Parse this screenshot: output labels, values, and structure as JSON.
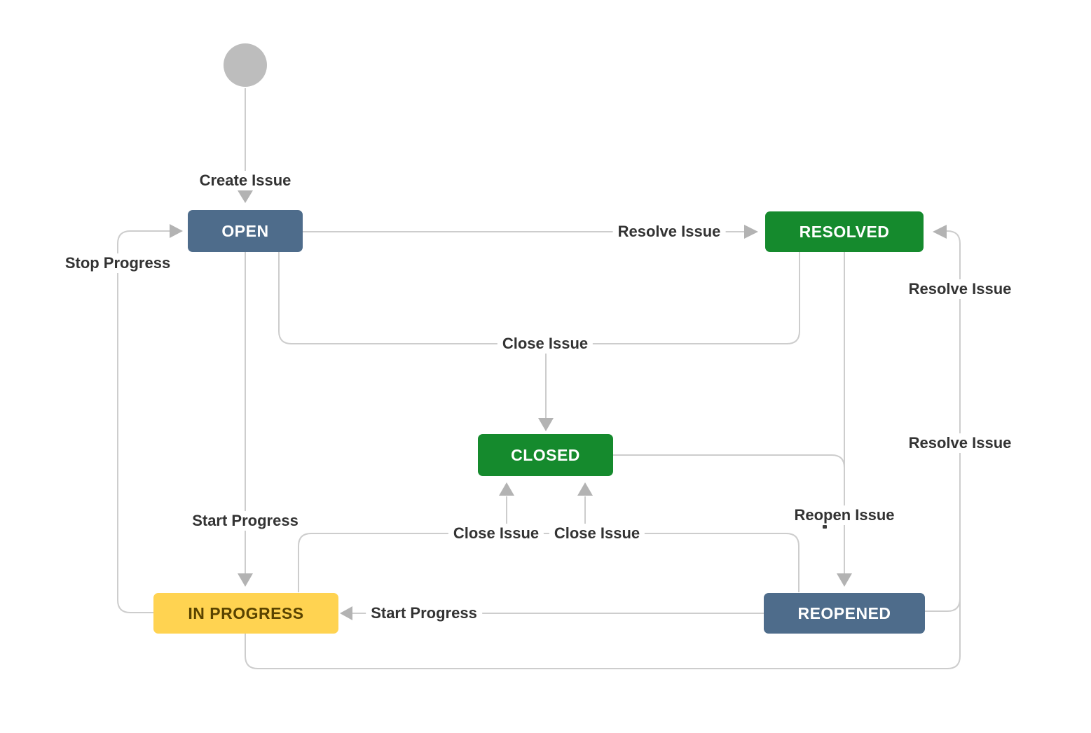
{
  "nodes": {
    "start": {
      "type": "start-circle",
      "color": "#bdbdbd"
    },
    "open": {
      "label": "OPEN",
      "color": "#4e6c8b",
      "text_color": "#ffffff"
    },
    "resolved": {
      "label": "RESOLVED",
      "color": "#158a2d",
      "text_color": "#ffffff"
    },
    "closed": {
      "label": "CLOSED",
      "color": "#158a2d",
      "text_color": "#ffffff"
    },
    "in_progress": {
      "label": "IN PROGRESS",
      "color": "#ffd351",
      "text_color": "#594300"
    },
    "reopened": {
      "label": "REOPENED",
      "color": "#4e6c8b",
      "text_color": "#ffffff"
    }
  },
  "transitions": {
    "create_issue": "Create Issue",
    "resolve_issue_open_to_resolved": "Resolve Issue",
    "stop_progress": "Stop Progress",
    "close_issue_shared_top": "Close Issue",
    "close_issue_from_in_progress": "Close Issue",
    "close_issue_from_reopened": "Close Issue",
    "reopen_issue": "Reopen Issue",
    "resolve_issue_right_upper": "Resolve Issue",
    "resolve_issue_right_lower": "Resolve Issue",
    "start_progress_from_open": "Start Progress",
    "start_progress_from_reopened": "Start Progress"
  },
  "colors": {
    "line": "#cdcdcd",
    "arrowhead": "#b3b3b3",
    "label_text": "#333333",
    "background": "#ffffff"
  }
}
